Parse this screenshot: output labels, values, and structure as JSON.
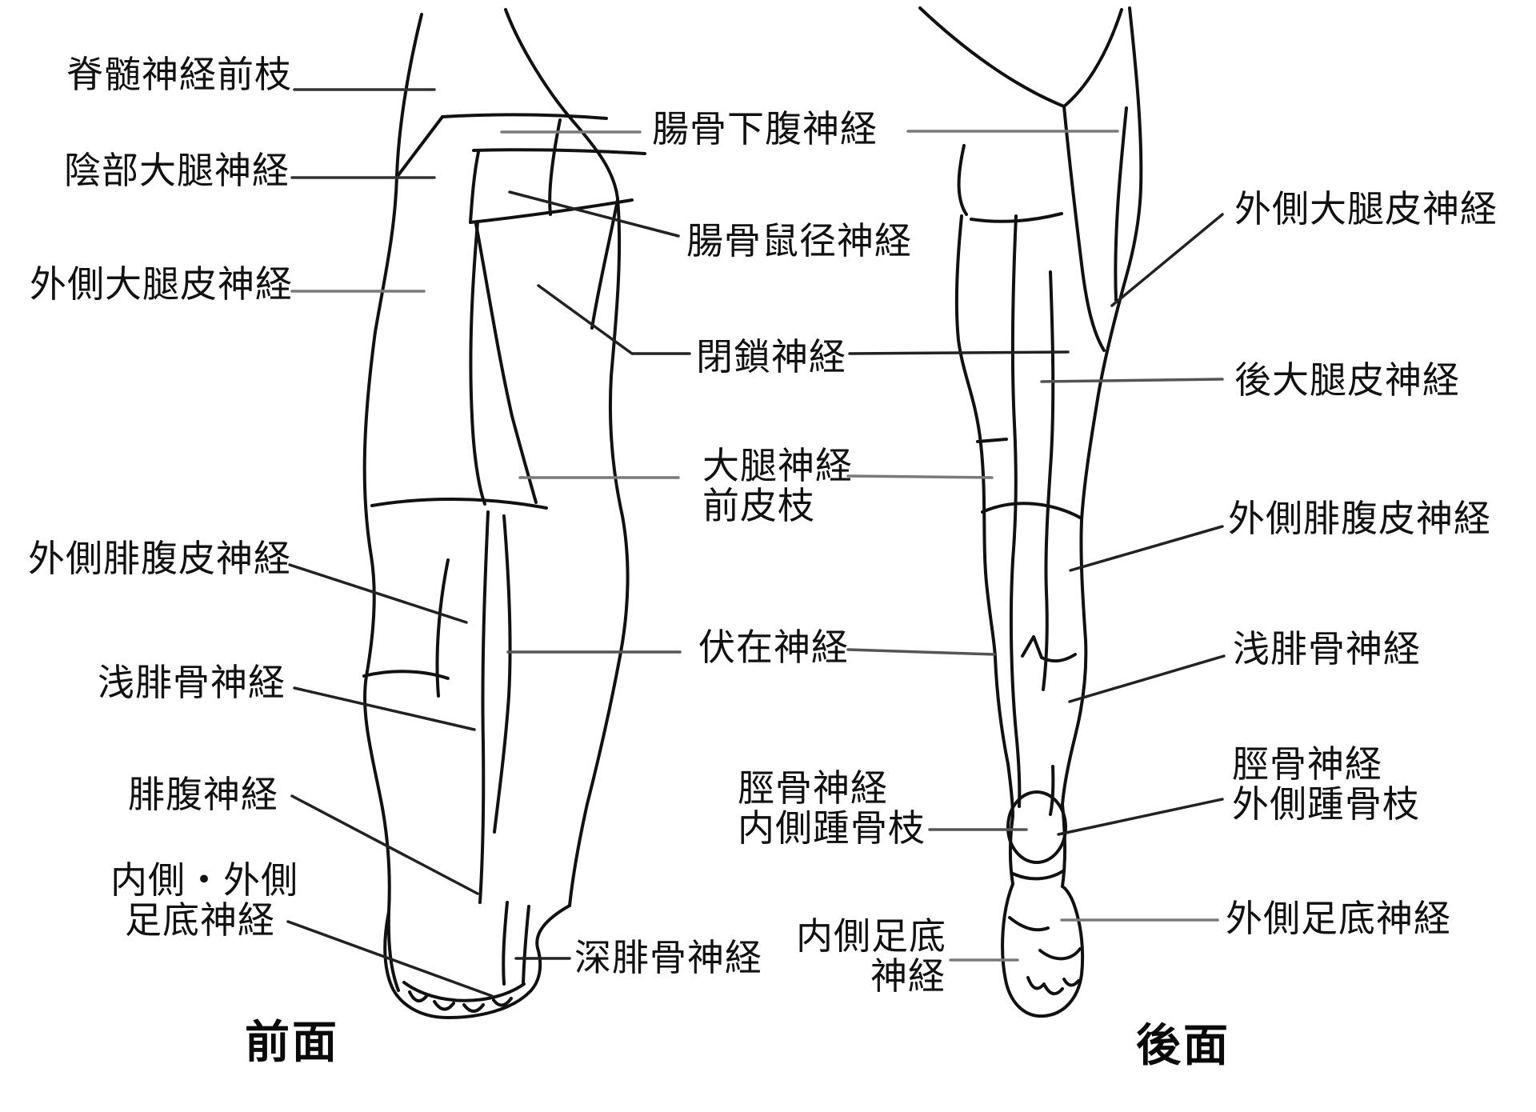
{
  "figure_type": "anatomical diagram — cutaneous nerve territories of the lower limb (Japanese labels)",
  "colors": {
    "background": "#ffffff",
    "ink": "#111111",
    "leader_gray": "#7a7a7a",
    "leader_black": "#222222"
  },
  "captions": {
    "front": "前面",
    "back": "後面"
  },
  "labels": {
    "spinal": "脊髄神経前枝",
    "genitofemoral": "陰部大腿神経",
    "lat_femoral_front": "外側大腿皮神経",
    "lat_sural_front": "外側腓腹皮神経",
    "sup_peroneal_front": "浅腓骨神経",
    "sural": "腓腹神経",
    "plantar_front_1": "内側・外側",
    "plantar_front_2": "足底神経",
    "iliohypogastric": "腸骨下腹神経",
    "ilioinguinal": "腸骨鼠径神経",
    "obturator": "閉鎖神経",
    "femoral_1": "大腿神経",
    "femoral_2": "前皮枝",
    "saphenous": "伏在神経",
    "tibial_med_1": "脛骨神経",
    "tibial_med_2": "内側踵骨枝",
    "deep_peroneal": "深腓骨神経",
    "med_plantar_1": "内側足底",
    "med_plantar_2": "神経",
    "lat_femoral_back": "外側大腿皮神経",
    "post_femoral": "後大腿皮神経",
    "lat_sural_back": "外側腓腹皮神経",
    "sup_peroneal_back": "浅腓骨神経",
    "tibial_lat_1": "脛骨神経",
    "tibial_lat_2": "外側踵骨枝",
    "lat_plantar": "外側足底神経"
  }
}
